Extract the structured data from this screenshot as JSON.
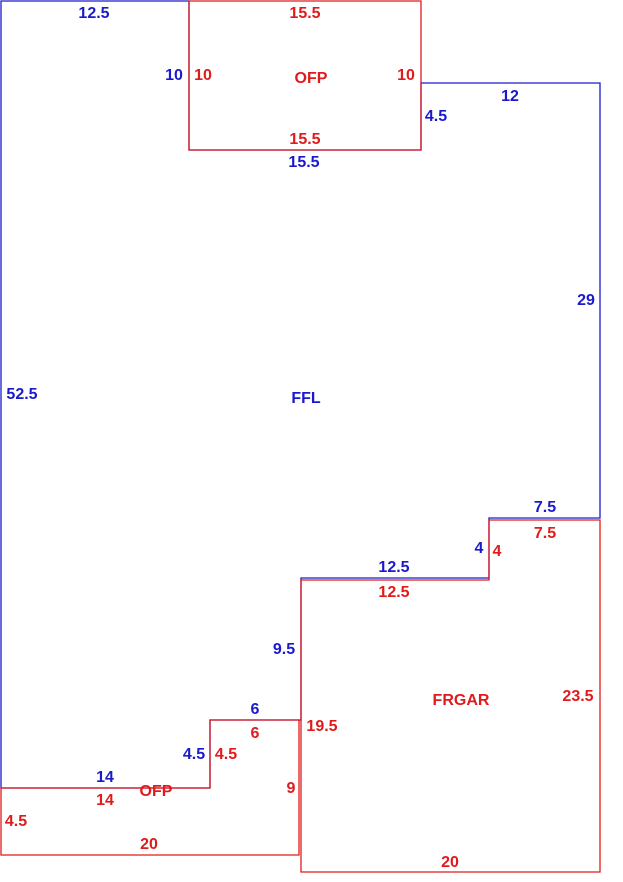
{
  "colors": {
    "main_area": "#1a1acc",
    "other_area": "#e01b1b",
    "background": "#ffffff"
  },
  "areas": {
    "ffl": {
      "name": "FFL"
    },
    "ofp_top": {
      "name": "OFP"
    },
    "ofp_bottom": {
      "name": "OFP"
    },
    "frgar": {
      "name": "FRGAR"
    }
  },
  "dimensions": {
    "ffl_top_left": "12.5",
    "ffl_left_notch": "10",
    "ffl_notch_bottom": "15.5",
    "ffl_right_step": "4.5",
    "ffl_top_right": "12",
    "ffl_right": "29",
    "ffl_left": "52.5",
    "ffl_step_top": "7.5",
    "ffl_step_side": "4",
    "ffl_mid_top": "12.5",
    "ffl_lower_side": "9.5",
    "ffl_small_top": "6",
    "ffl_small_side": "4.5",
    "ffl_bottom": "14",
    "ofp_top_top": "15.5",
    "ofp_top_left": "10",
    "ofp_top_right": "10",
    "ofp_top_bottom": "15.5",
    "frgar_top_right": "7.5",
    "frgar_step": "4",
    "frgar_top_mid": "12.5",
    "frgar_right": "23.5",
    "frgar_left": "19.5",
    "frgar_bottom": "20",
    "ofp_bot_small_top": "6",
    "ofp_bot_small_side": "4.5",
    "ofp_bot_top": "14",
    "ofp_bot_left": "4.5",
    "ofp_bot_right": "9",
    "ofp_bot_bottom": "20"
  }
}
